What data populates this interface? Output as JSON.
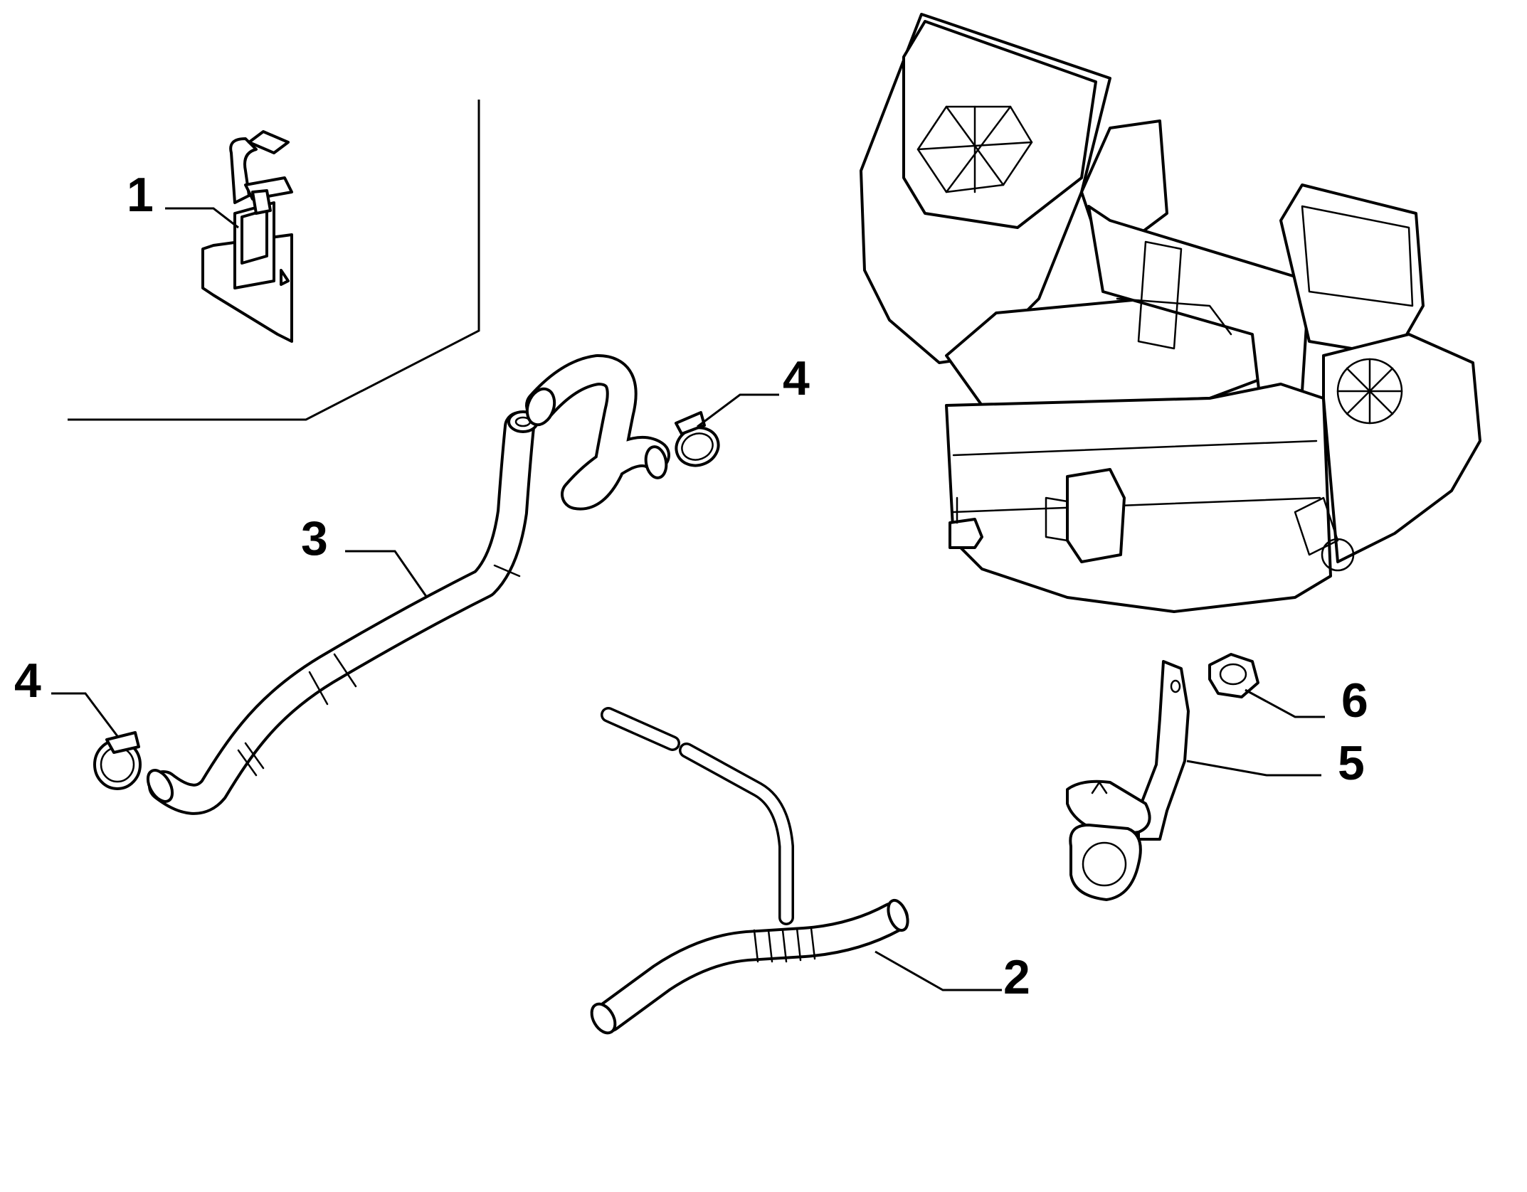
{
  "callouts": [
    {
      "id": "1",
      "label": "1"
    },
    {
      "id": "2",
      "label": "2"
    },
    {
      "id": "3",
      "label": "3"
    },
    {
      "id": "4a",
      "label": "4"
    },
    {
      "id": "4b",
      "label": "4"
    },
    {
      "id": "5",
      "label": "5"
    },
    {
      "id": "6",
      "label": "6"
    }
  ],
  "colors": {
    "ink": "#000000",
    "paper": "#ffffff"
  }
}
